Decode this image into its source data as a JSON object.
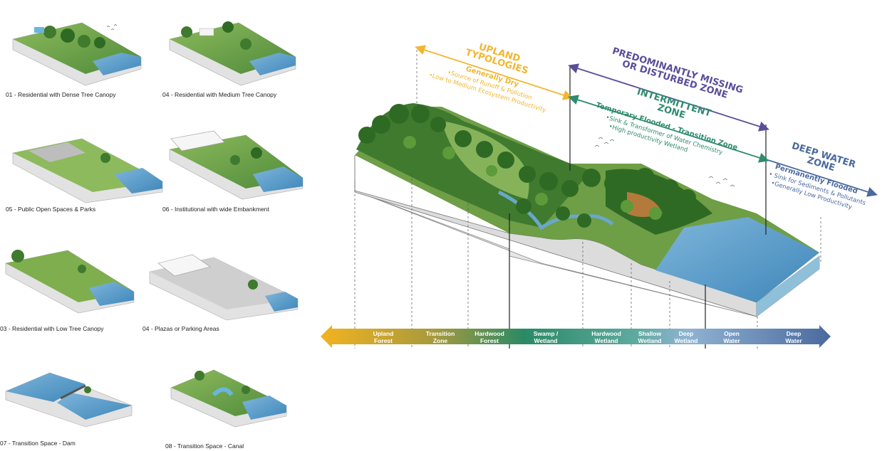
{
  "thumbnails": [
    {
      "caption": "01 - Residential with Dense Tree Canopy"
    },
    {
      "caption": "04 - Residential with Medium Tree Canopy"
    },
    {
      "caption": "05 - Public Open Spaces & Parks"
    },
    {
      "caption": "06 - Institutional with wide Embankment"
    },
    {
      "caption": "03 - Residential with Low Tree Canopy"
    },
    {
      "caption": "04 - Plazas or Parking Areas"
    },
    {
      "caption": "07 - Transition Space - Dam"
    },
    {
      "caption": "08 - Transition Space - Canal"
    }
  ],
  "zones": {
    "upland": {
      "title_line1": "UPLAND",
      "title_line2": "TYPOLOGIES",
      "subtitle": "Generally Dry",
      "bullets": [
        "•Source of Runoff & Pollution",
        "•Low to Medium Ecosystem Productivity"
      ],
      "color": "#F2B630"
    },
    "predominant": {
      "title_line1": "PREDOMINANTLY MISSING",
      "title_line2": "OR DISTURBED ZONE",
      "color": "#5A4E9A"
    },
    "intermittent": {
      "title_line1": "INTERMITTENT",
      "title_line2": "ZONE",
      "subtitle": "Temporary Flooded - Transition Zone",
      "bullets": [
        "•Sink & Transformer of Water Chemistry",
        "•High productivity Wetland"
      ],
      "color": "#2E8B6E"
    },
    "deep": {
      "title_line1": "DEEP WATER",
      "title_line2": "ZONE",
      "subtitle": "Permanently Flooded",
      "bullets": [
        "• Sink for Sediments & Pollutants",
        "•Generally Low Productivity"
      ],
      "color": "#4A6A9E"
    }
  },
  "band": {
    "labels": [
      [
        "Upland",
        "Forest"
      ],
      [
        "Transition",
        "Zone"
      ],
      [
        "Hardwood",
        "Forest"
      ],
      [
        "Swamp /",
        "Wetland"
      ],
      [
        "Hardwood",
        "Wetland"
      ],
      [
        "Shallow",
        "Wetland"
      ],
      [
        "Deep",
        "Wetland"
      ],
      [
        "Open",
        "Water"
      ],
      [
        "Deep",
        "Water"
      ]
    ],
    "colors": [
      "#F2B320",
      "#C9A63B",
      "#7E9A45",
      "#2A8A66",
      "#3E9E86",
      "#5FAAA0",
      "#82A7C6",
      "#6F8FBE",
      "#4A6A9E"
    ]
  }
}
